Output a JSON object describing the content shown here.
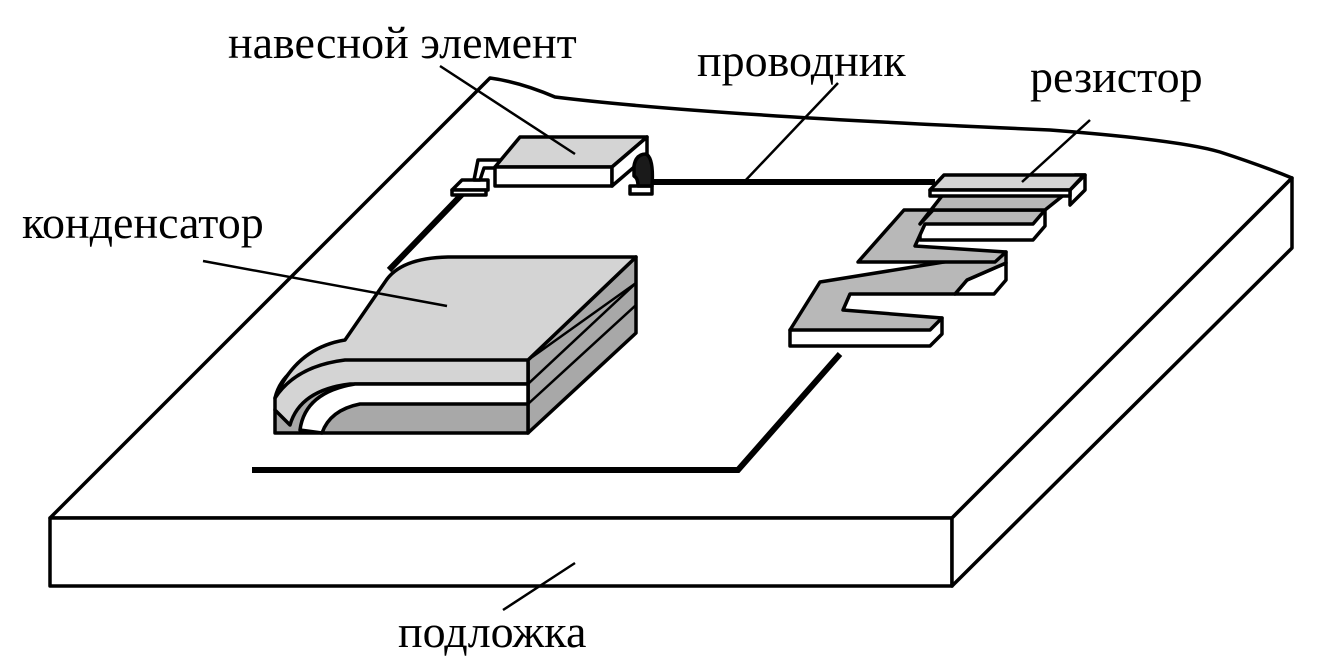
{
  "labels": {
    "mounted_element": "навесной элемент",
    "conductor": "проводник",
    "resistor": "резистор",
    "capacitor": "конденсатор",
    "substrate": "подложка"
  },
  "colors": {
    "background": "#ffffff",
    "line": "#000000",
    "light_gray": "#d4d4d4",
    "mid_gray": "#b8b8b8",
    "dark_gray": "#a8a8a8"
  }
}
